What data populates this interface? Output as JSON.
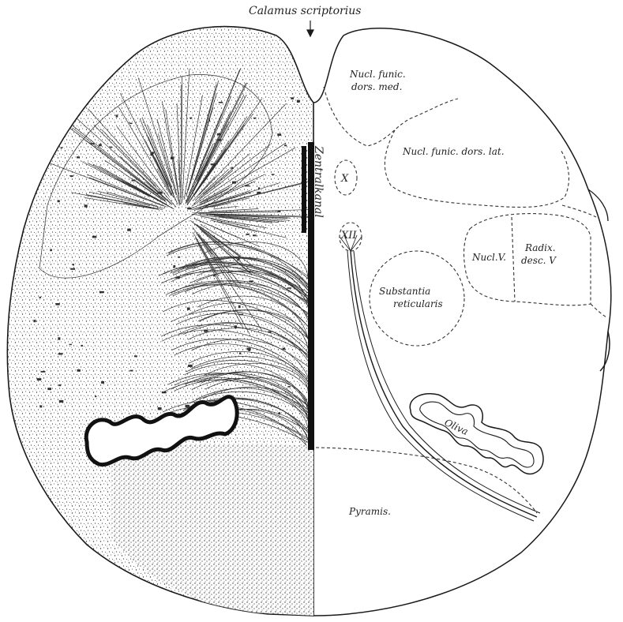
{
  "figure": {
    "top_label": "Calamus scriptorius",
    "canal_label": "Zentralkanal",
    "labels": {
      "nucl_funic_dors_med_1": "Nucl. funic.",
      "nucl_funic_dors_med_2": "dors. med.",
      "nucl_funic_dors_lat": "Nucl. funic. dors. lat.",
      "nerve_x": "X",
      "nerve_xii": "XII",
      "nucl_v": "Nucl.V.",
      "radix_desc_v_1": "Radix.",
      "radix_desc_v_2": "desc. V",
      "substantia_reticularis_1": "Substantia",
      "substantia_reticularis_2": "reticularis",
      "oliva": "Oliva",
      "pyramis": "Pyramis."
    }
  },
  "colors": {
    "ink": "#1a1a1a",
    "paper": "#ffffff"
  }
}
